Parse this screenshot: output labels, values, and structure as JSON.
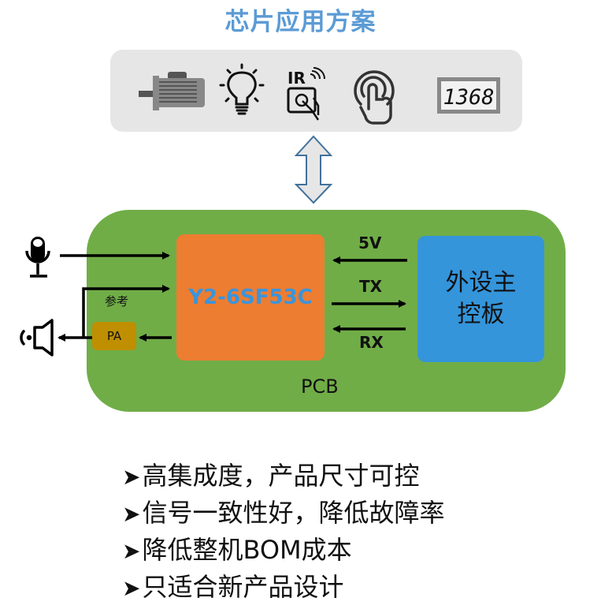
{
  "title": "芯片应用方案",
  "applications": {
    "icons": [
      {
        "name": "motor-icon",
        "label": "motor"
      },
      {
        "name": "light-bulb-icon",
        "label": "lighting"
      },
      {
        "name": "ir-remote-icon",
        "label": "IR"
      },
      {
        "name": "touch-icon",
        "label": "touch"
      },
      {
        "name": "digital-display-icon",
        "label": "1368"
      }
    ]
  },
  "pcb": {
    "label": "PCB",
    "chip_label": "Y2-6SF53C",
    "host_label": "外设主控板",
    "pa_label": "PA",
    "ref_label": "参考",
    "signals": {
      "v5": "5V",
      "tx": "TX",
      "rx": "RX"
    }
  },
  "bullets": [
    "高集成度，产品尺寸可控",
    "信号一致性好，降低故障率",
    "降低整机BOM成本",
    "只适合新产品设计"
  ],
  "bullet_glyph": "➤",
  "colors": {
    "title": "#5b9bd5",
    "panel": "#e6e6e6",
    "pcb": "#70ad47",
    "chip": "#ed7d31",
    "chip_text": "#3a94dc",
    "host": "#3495db",
    "pa": "#bf8f00",
    "arrow_outline": "#41719c"
  }
}
